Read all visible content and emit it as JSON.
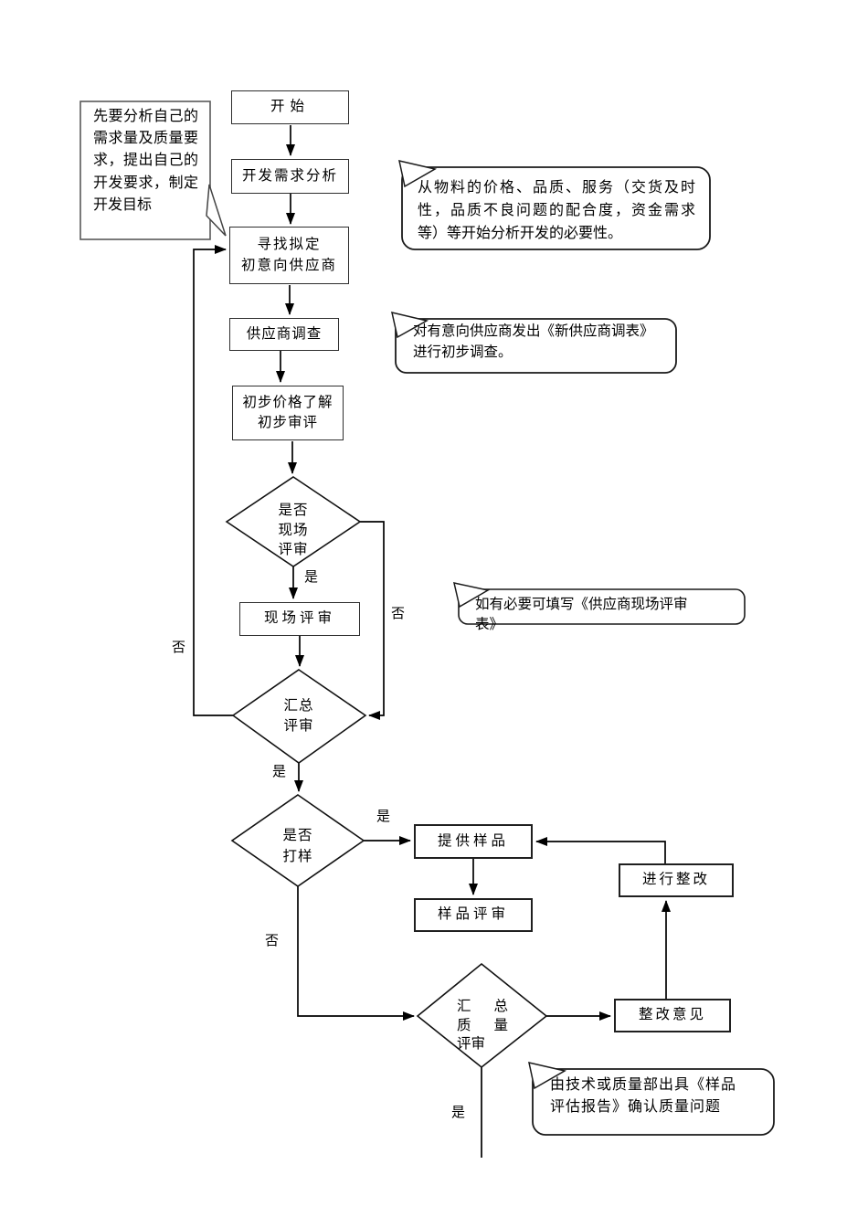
{
  "page": {
    "background": "#ffffff"
  },
  "colors": {
    "line": "#000000",
    "box_border": "#2e2e2e",
    "callout_border": "#1a1a1a"
  },
  "flowchart": {
    "branch_labels": {
      "yes": "是",
      "no": "否"
    },
    "nodes": {
      "start": "开始",
      "demand_analysis": "开发需求分析",
      "find_supplier": [
        "寻找拟定",
        "初意向供应商"
      ],
      "supplier_survey": "供应商调查",
      "price_review": [
        "初步价格了解",
        "初步审评"
      ],
      "onsite_review": "现场评审",
      "provide_sample": "提供样品",
      "sample_review": "样品评审",
      "rectify": "进行整改",
      "rectify_opinion": "整改意见"
    },
    "decisions": {
      "onsite_decision": [
        "是否",
        "现场",
        "评审"
      ],
      "summary_review": [
        "汇总",
        "评审"
      ],
      "sample_decision": [
        "是否",
        "打样"
      ],
      "quality_summary": [
        "汇 总",
        "质 量",
        "评审"
      ]
    },
    "callouts": {
      "plan_note": [
        "先要分析自己的",
        "需求量及质量要",
        "求，提出自己的",
        "开发要求，制定",
        "开发目标"
      ],
      "necessity_note": [
        "从物料的价格、品质、服务（交货及时",
        "性，品质不良问题的配合度，资金需求",
        "等）等开始分析开发的必要性。"
      ],
      "survey_note": [
        "对有意向供应商发出《新供应商调表》",
        "进行初步调查。"
      ],
      "onsite_note": [
        "如有必要可填写《供应商现场评审",
        "表》"
      ],
      "quality_note": [
        "由技术或质量部出具《样品",
        "评估报告》确认质量问题"
      ]
    }
  }
}
